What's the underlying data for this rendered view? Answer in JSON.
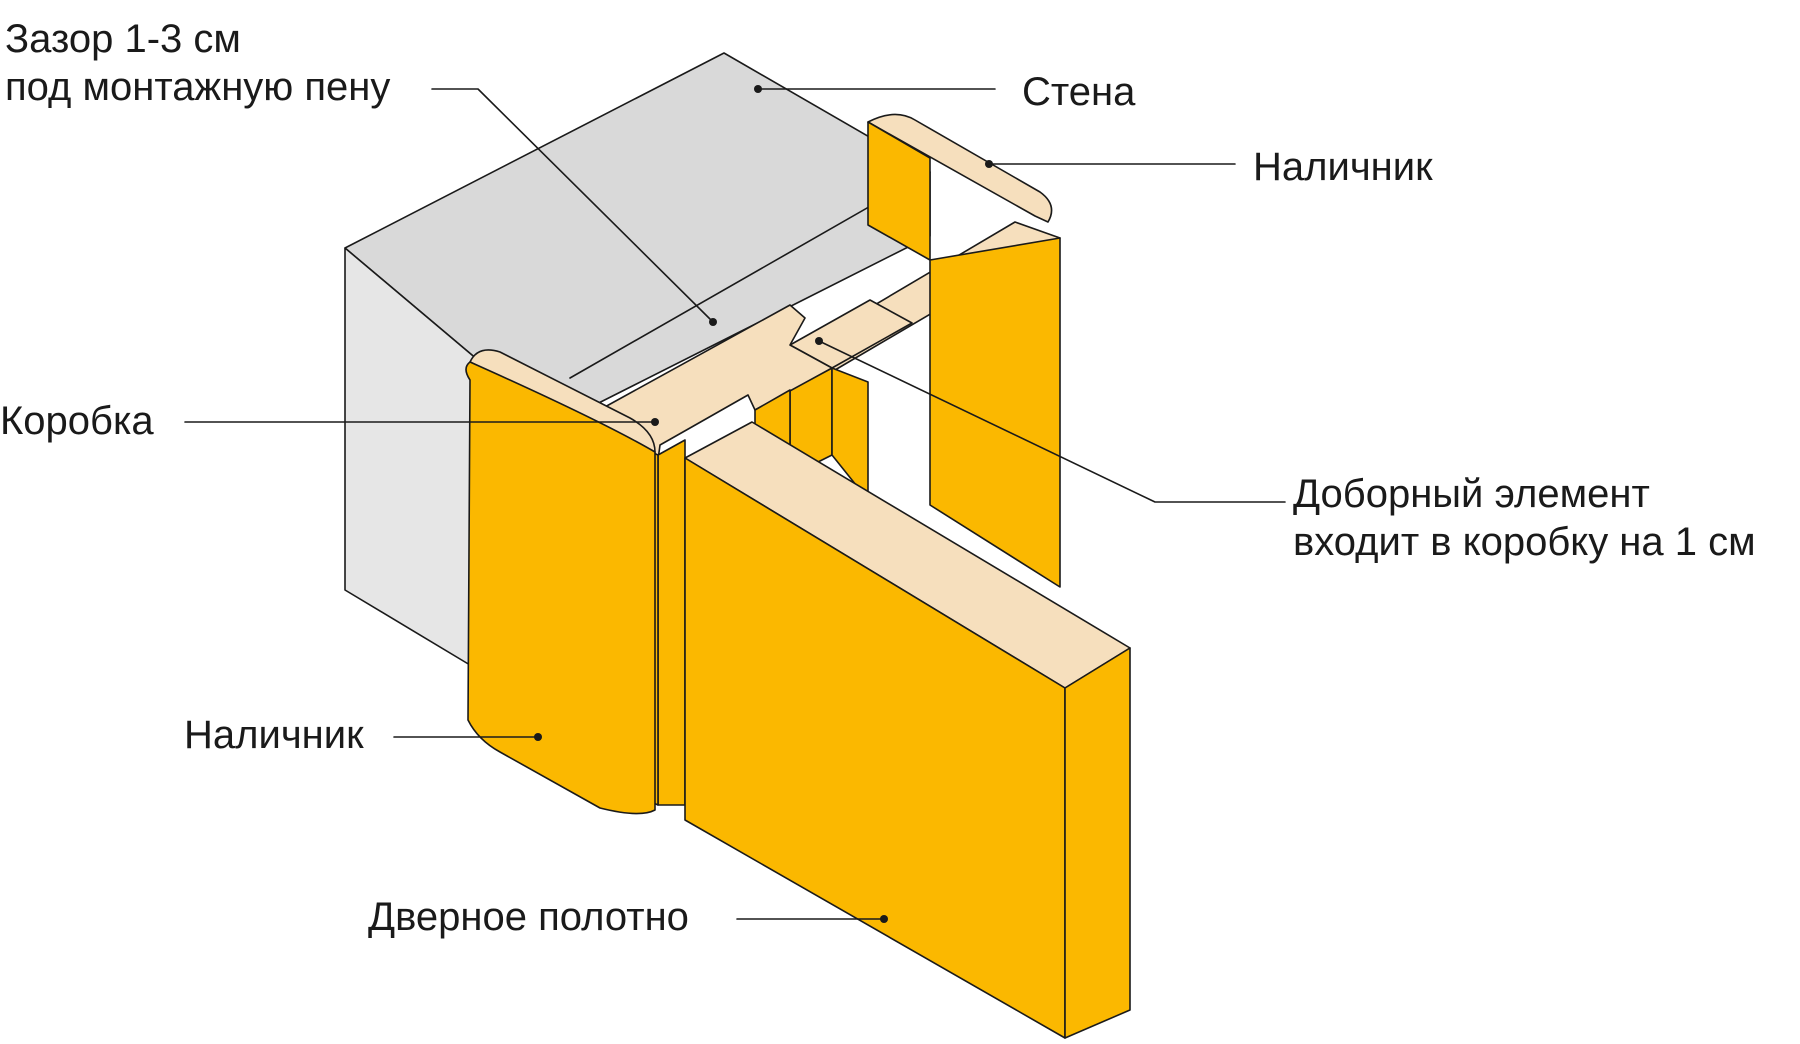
{
  "labels": {
    "gap": {
      "line1": "Зазор 1-3 см",
      "line2": "под монтажную пену"
    },
    "wall": "Стена",
    "casing_top": "Наличник",
    "frame": "Коробка",
    "extension": {
      "line1": "Доборный элемент",
      "line2": "входит в коробку на 1 см"
    },
    "casing_bottom": "Наличник",
    "door_leaf": "Дверное полотно"
  },
  "colors": {
    "wall_top": "#d9d9d9",
    "wall_side": "#e6e6e6",
    "wood_face": "#fbb800",
    "wood_section": "#f6dfbd",
    "stroke": "#1a1a1a",
    "text": "#1a1a1a"
  }
}
